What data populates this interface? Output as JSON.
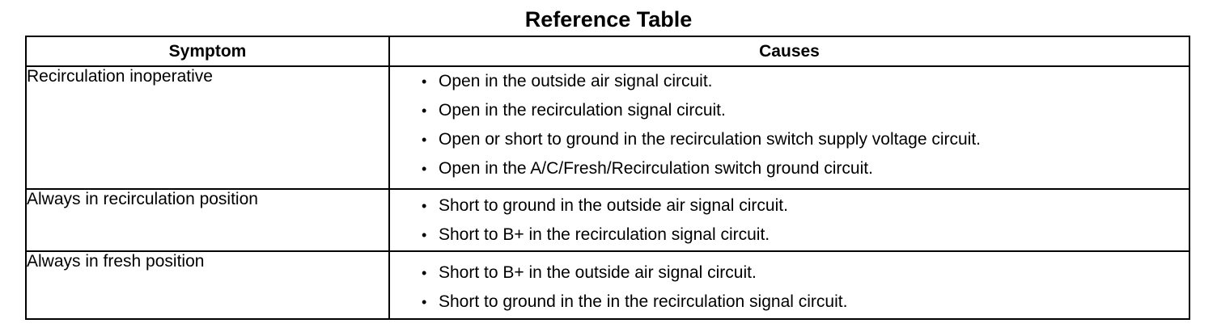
{
  "title": "Reference Table",
  "headers": {
    "symptom": "Symptom",
    "causes": "Causes"
  },
  "rows": [
    {
      "symptom": "Recirculation inoperative",
      "causes": [
        "Open in the outside air signal circuit.",
        "Open in the recirculation signal circuit.",
        "Open or short to ground in the recirculation switch supply voltage circuit.",
        "Open in the A/C/Fresh/Recirculation switch ground circuit."
      ]
    },
    {
      "symptom": "Always in recirculation position",
      "causes": [
        "Short to ground in the outside air signal circuit.",
        "Short to B+ in the recirculation signal circuit."
      ]
    },
    {
      "symptom": "Always in fresh position",
      "causes": [
        "Short to B+ in the outside air signal circuit.",
        "Short to ground in the in the recirculation signal circuit."
      ]
    }
  ],
  "bullet_glyph": "•"
}
